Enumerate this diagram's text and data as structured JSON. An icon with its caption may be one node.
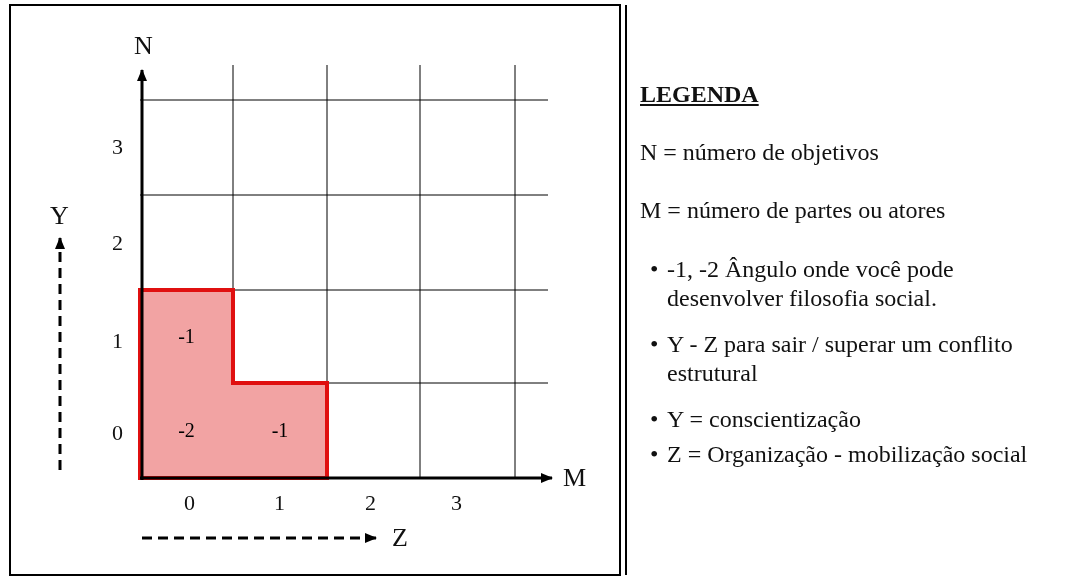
{
  "diagram": {
    "nodes": [
      {
        "text": [
          "-1"
        ]
      },
      {
        "text": [
          "-2"
        ]
      },
      {
        "text": [
          "-1"
        ]
      }
    ],
    "labels": [
      "N",
      "3",
      "Y",
      "2",
      "1",
      "0",
      "M",
      "0",
      "1",
      "2",
      "3",
      "Z",
      "LEGENDA",
      "N = número de objetivos",
      "M = número de partes ou atores",
      "•",
      "-1, -2 Ângulo onde você pode desenvolver filosofia social.",
      "•",
      "Y - Z para sair / superar um conflito estrutural",
      "•",
      "Y = conscientização",
      "•",
      "Z = Organização - mobilização social"
    ]
  }
}
